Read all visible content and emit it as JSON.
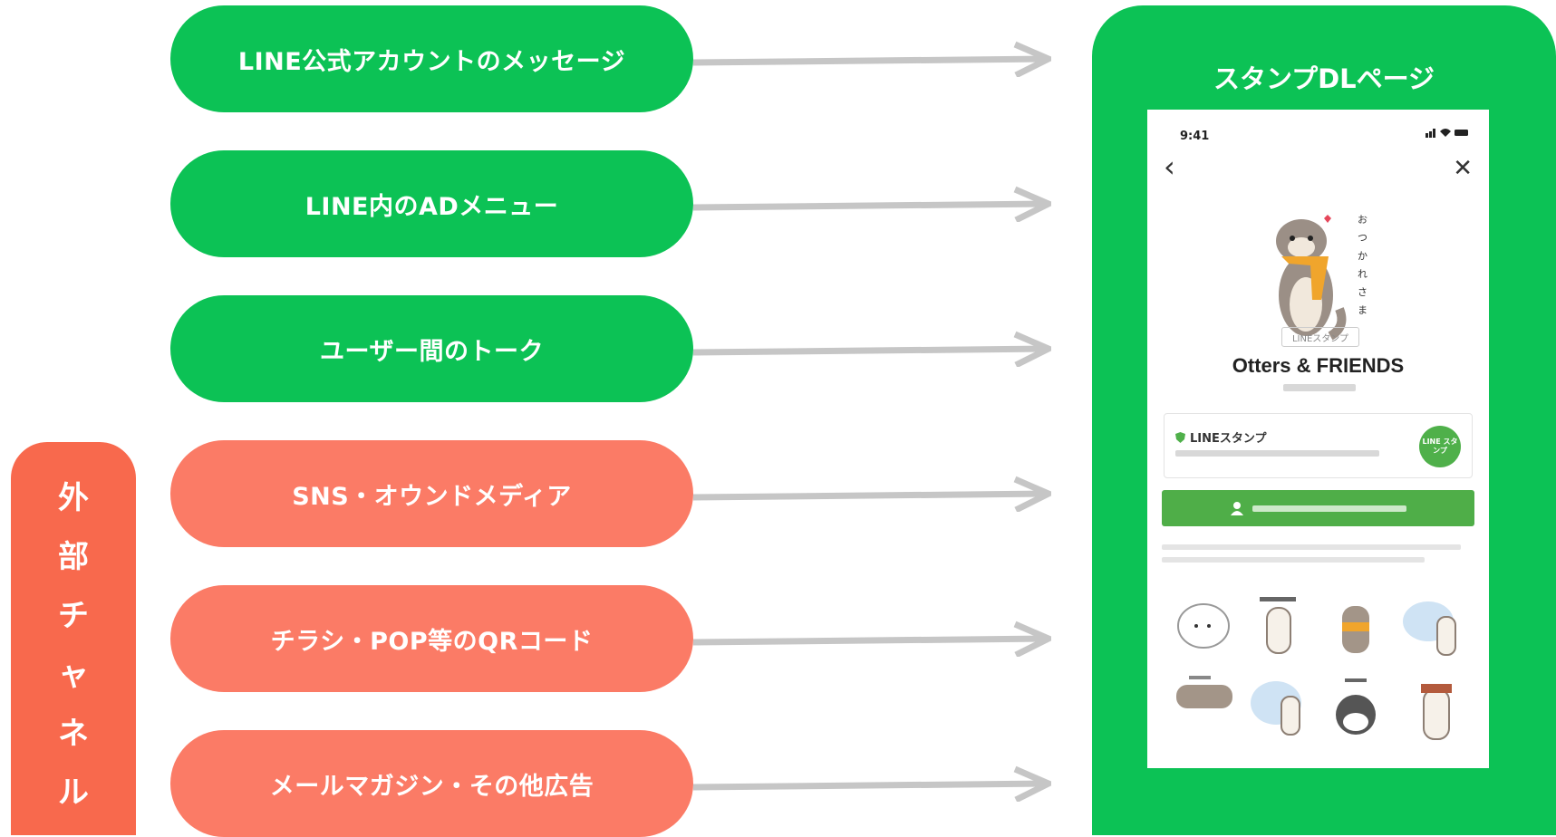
{
  "channels": [
    {
      "label": "LINE公式アカウントのメッセージ",
      "group": "internal"
    },
    {
      "label": "LINE内のADメニュー",
      "group": "internal"
    },
    {
      "label": "ユーザー間のトーク",
      "group": "internal"
    },
    {
      "label": "SNS・オウンドメディア",
      "group": "external"
    },
    {
      "label": "チラシ・POP等のQRコード",
      "group": "external"
    },
    {
      "label": "メールマガジン・その他広告",
      "group": "external"
    }
  ],
  "external_label": [
    "外",
    "部",
    "チ",
    "ャ",
    "ネ",
    "ル"
  ],
  "target": {
    "title": "スタンプDLページ",
    "phone": {
      "time": "9:41",
      "tag": "LINEスタンプ",
      "product_name": "Otters & FRIENDS",
      "card_label": "LINEスタンプ",
      "card_icon": "LINE スタンプ"
    }
  },
  "colors": {
    "internal": "#0cc255",
    "external": "#fb7b66",
    "external_sidebar": "#f8694d",
    "arrow": "#c6c6c6",
    "panel": "#0cc255"
  }
}
